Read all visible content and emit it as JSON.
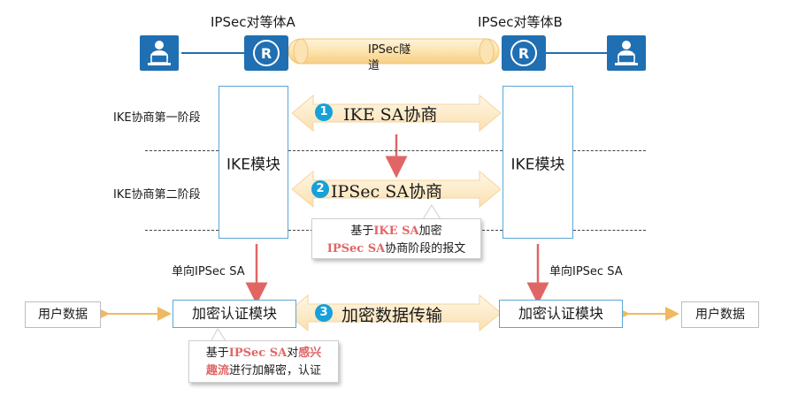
{
  "peers": {
    "a_label": "IPSec对等体A",
    "b_label": "IPSec对等体B"
  },
  "tunnel": {
    "label": "IPSec隧道"
  },
  "phases": {
    "phase1": "IKE协商第一阶段",
    "phase2": "IKE协商第二阶段"
  },
  "modules": {
    "ike_left": "IKE模块",
    "ike_right": "IKE模块",
    "auth_left": "加密认证模块",
    "auth_right": "加密认证模块"
  },
  "steps": [
    {
      "num": "1",
      "text": "IKE SA协商"
    },
    {
      "num": "2",
      "text": "IPSec SA协商"
    },
    {
      "num": "3",
      "text": "加密数据传输"
    }
  ],
  "sa_labels": {
    "left": "单向IPSec SA",
    "right": "单向IPSec SA"
  },
  "user_data": {
    "left": "用户数据",
    "right": "用户数据"
  },
  "callout1": {
    "pre": "基于",
    "hl1": "IKE SA",
    "mid": "加密",
    "hl2": "IPSec SA",
    "post": "协商阶段的报文"
  },
  "callout2": {
    "pre": "基于",
    "hl1": "IPSec SA",
    "mid": "对",
    "hl2a": "感兴",
    "hl2b": "趣流",
    "post": "进行加解密，认证"
  },
  "icons": [
    "user-terminal-icon",
    "router-icon",
    "user-terminal-icon",
    "router-icon"
  ],
  "colors": {
    "icon_blue": "#1f6fb2",
    "module_border": "#5aa6d6",
    "badge": "#17a0d9",
    "arrow_red": "#e06666",
    "arrow_fill": "#fde9c4",
    "highlight": "#e06666"
  }
}
